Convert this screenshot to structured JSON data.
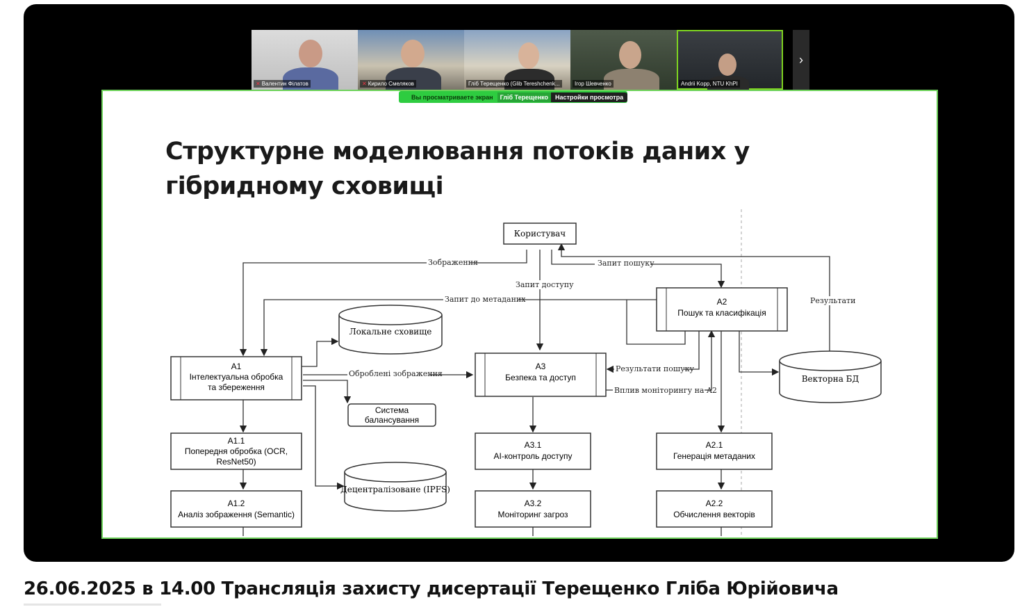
{
  "participants": [
    {
      "name": "Валентин Філатов",
      "muted": true
    },
    {
      "name": "Кирило Смеляков",
      "muted": true
    },
    {
      "name": "Гліб Терещенко (Glib Tereshchenk...",
      "muted": false
    },
    {
      "name": "Ігор Шевченко",
      "muted": false
    },
    {
      "name": "Andrii Kopp, NTU KhPI",
      "muted": false
    }
  ],
  "next_glyph": "›",
  "share_bar": {
    "message": "Вы просматриваете экран",
    "presenter": "Гліб Терещенко",
    "options": "Настройки просмотра"
  },
  "slide": {
    "title_line1": "Структурне моделювання потоків даних у",
    "title_line2": "гібридному сховищі",
    "nodes": {
      "user": "Користувач",
      "local": "Локальне сховище",
      "a1_id": "A1",
      "a1_l1": "Інтелектуальна обробка",
      "a1_l2": "та збереження",
      "a3_id": "A3",
      "a3_l1": "Безпека та доступ",
      "a2_id": "A2",
      "a2_l1": "Пошук та класифікація",
      "vector": "Векторна БД",
      "balance_l1": "Система",
      "balance_l2": "балансування",
      "a11_id": "A1.1",
      "a11_l1": "Попередня обробка (OCR,",
      "a11_l2": "ResNet50)",
      "ipfs": "Децентралізоване (IPFS)",
      "a12_id": "A1.2",
      "a12_l1": "Аналіз зображення (Semantic)",
      "a31_id": "A3.1",
      "a31_l1": "AI-контроль доступу",
      "a32_id": "A3.2",
      "a32_l1": "Моніторинг загроз",
      "a21_id": "A2.1",
      "a21_l1": "Генерація метаданих",
      "a22_id": "A2.2",
      "a22_l1": "Обчислення векторів"
    },
    "edges": {
      "images": "Зображення",
      "search_query": "Запит пошуку",
      "access_request": "Запит доступу",
      "metadata_request": "Запит до метаданих",
      "results": "Результати",
      "processed_images": "Оброблені зображення",
      "search_results": "Результати пошуку",
      "monitoring_impact": "Вплив моніторингу на A2"
    }
  },
  "caption": "26.06.2025 в 14.00 Трансляція захисту дисертації Терещенко Гліба Юрійовича"
}
